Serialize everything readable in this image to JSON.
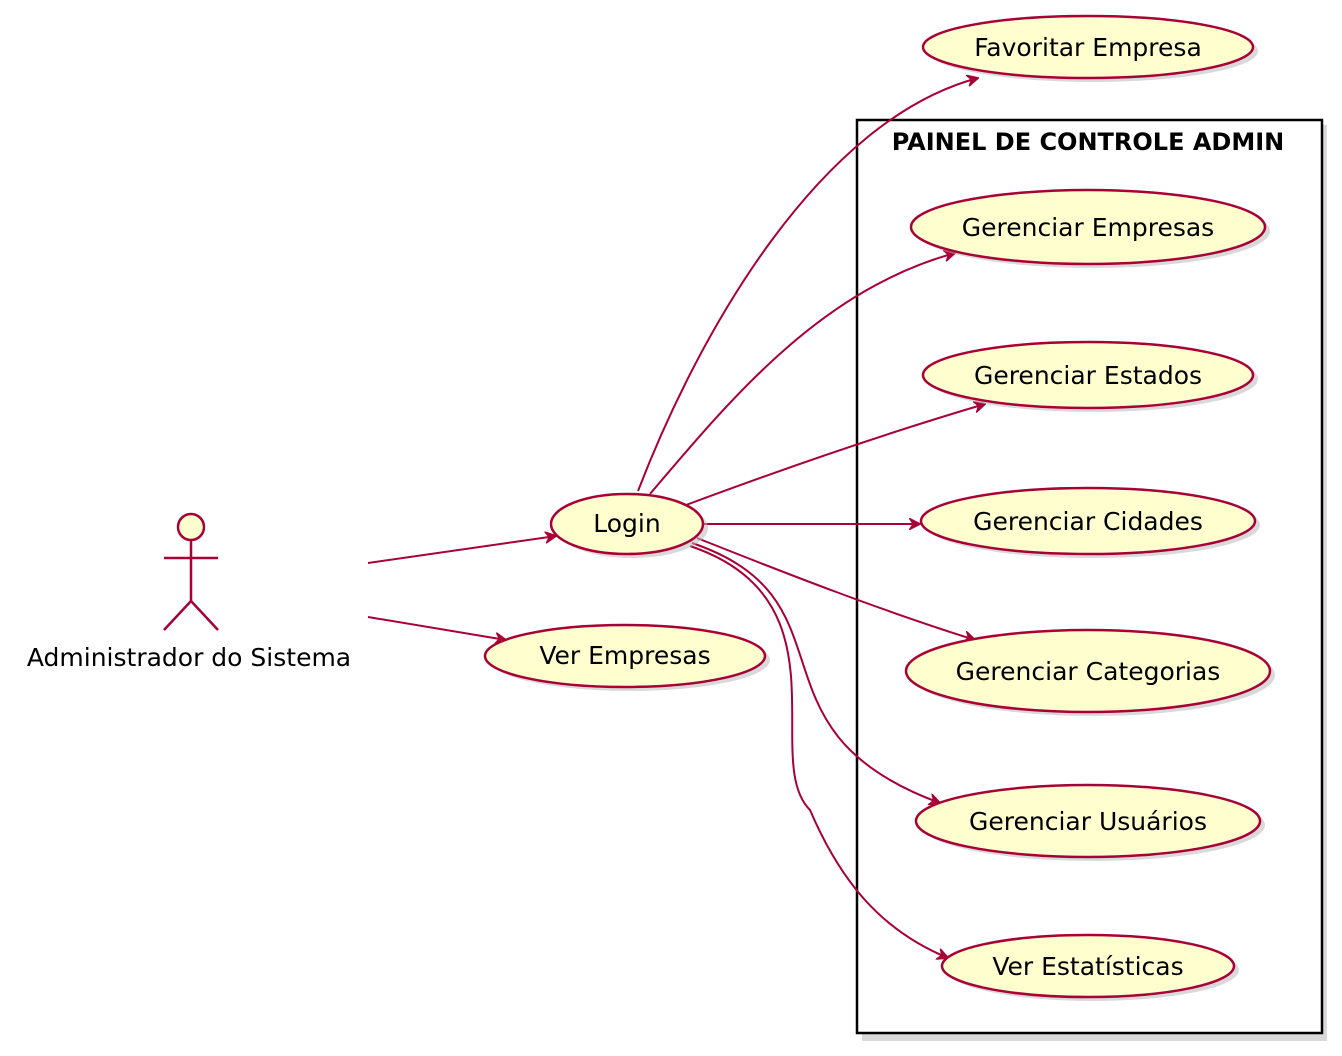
{
  "actor": {
    "label": "Administrador do Sistema"
  },
  "package": {
    "title": "PAINEL DE CONTROLE ADMIN"
  },
  "usecases": {
    "login": "Login",
    "ver_empresas": "Ver Empresas",
    "favoritar_empresa": "Favoritar Empresa",
    "gerenciar_empresas": "Gerenciar Empresas",
    "gerenciar_estados": "Gerenciar Estados",
    "gerenciar_cidades": "Gerenciar Cidades",
    "gerenciar_categorias": "Gerenciar Categorias",
    "gerenciar_usuarios": "Gerenciar Usuários",
    "ver_estatisticas": "Ver Estatísticas"
  },
  "colors": {
    "usecase_fill": "#FEFECE",
    "stroke": "#A80036",
    "package_border": "#000000"
  }
}
